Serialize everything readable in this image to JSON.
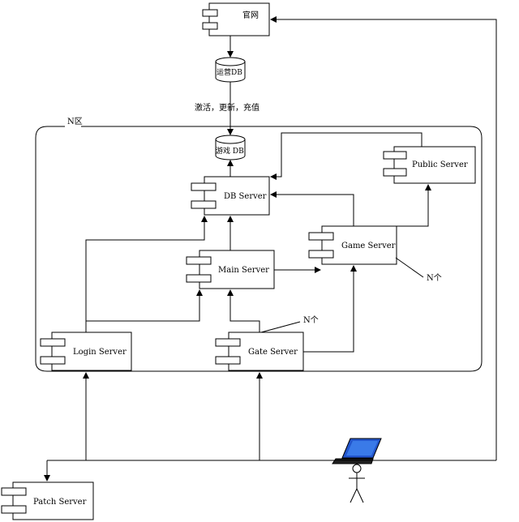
{
  "nodes": {
    "guanwang": "官网",
    "yunying_db": "运营DB",
    "youxi_db": "游戏 DB",
    "db_server": "DB Server",
    "public_server": "Public Server",
    "main_server": "Main Server",
    "game_server": "Game Server",
    "login_server": "Login Server",
    "gate_server": "Gate Server",
    "patch_server": "Patch Server"
  },
  "labels": {
    "zone": "N区",
    "flow": "激活，更新，充值",
    "n_game": "N个",
    "n_gate": "N个"
  }
}
